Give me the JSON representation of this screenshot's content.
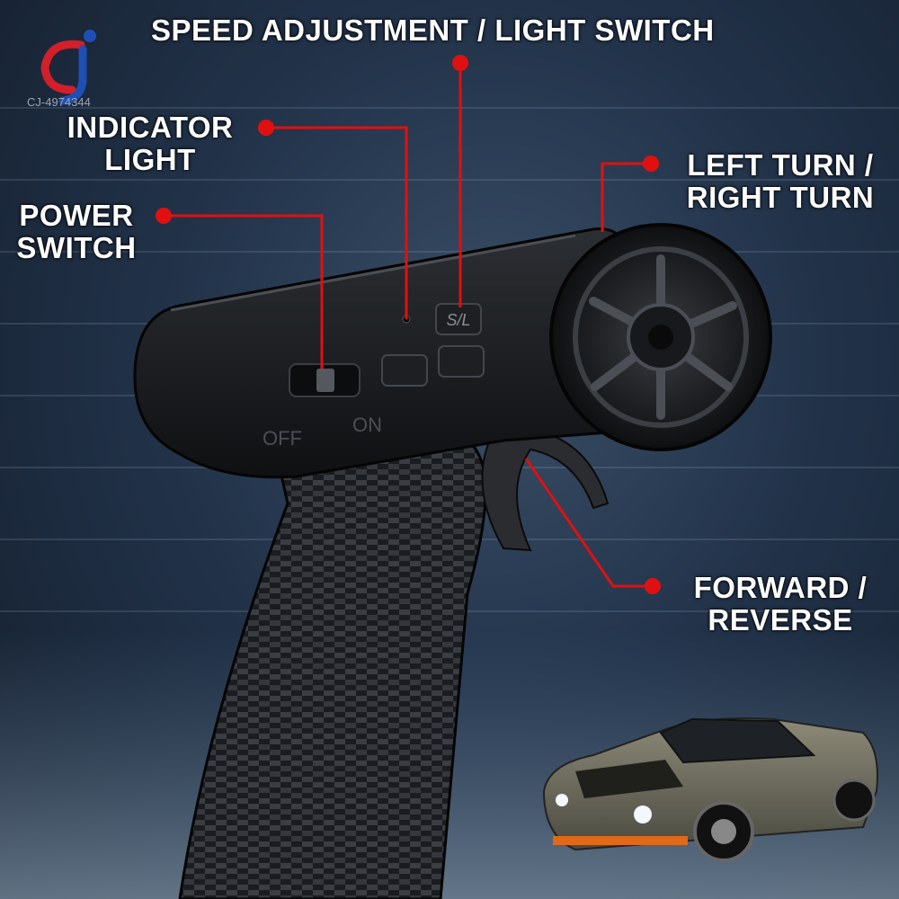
{
  "logo": {
    "code": "CJ-4974344"
  },
  "callouts": {
    "speed": "SPEED ADJUSTMENT / LIGHT SWITCH",
    "indicator_line1": "INDICATOR",
    "indicator_line2": "LIGHT",
    "power_line1": "POWER",
    "power_line2": "SWITCH",
    "turn_line1": "LEFT TURN /",
    "turn_line2": "RIGHT TURN",
    "forward_line1": "FORWARD /",
    "forward_line2": "REVERSE"
  },
  "controller": {
    "off_label": "OFF",
    "on_label": "ON",
    "sl_button": "S/L"
  },
  "colors": {
    "callout_red": "#e01010",
    "controller_black": "#151719"
  }
}
